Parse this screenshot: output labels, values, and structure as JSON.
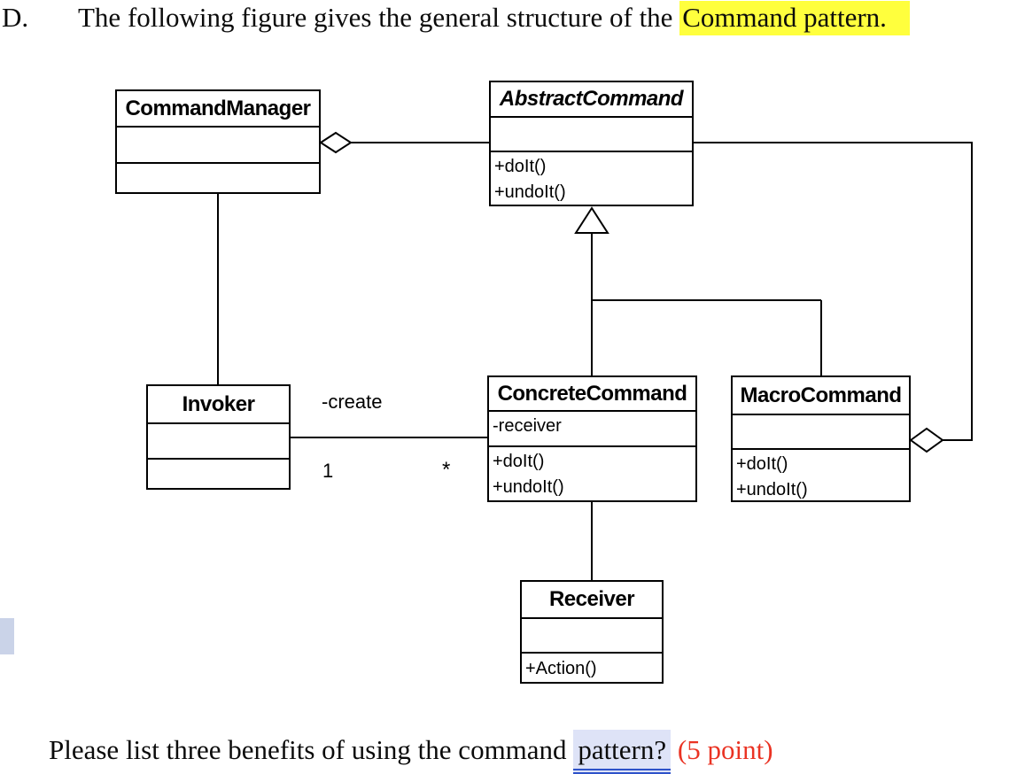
{
  "question": {
    "label": "D.",
    "text": "The following figure gives the general structure of the ",
    "highlight": "Command pattern."
  },
  "footer": {
    "text": "Please list three benefits of using the command ",
    "highlight": "pattern?",
    "points": "(5 point)"
  },
  "diagram": {
    "classes": {
      "command_manager": {
        "name": "CommandManager",
        "attributes": [],
        "operations": []
      },
      "abstract_command": {
        "name": "AbstractCommand",
        "attributes": [],
        "operations": [
          "+doIt()",
          "+undoIt()"
        ]
      },
      "invoker": {
        "name": "Invoker",
        "attributes": [],
        "operations": []
      },
      "concrete_command": {
        "name": "ConcreteCommand",
        "attributes": [
          "-receiver"
        ],
        "operations": [
          "+doIt()",
          "+undoIt()"
        ]
      },
      "macro_command": {
        "name": "MacroCommand",
        "attributes": [],
        "operations": [
          "+doIt()",
          "+undoIt()"
        ]
      },
      "receiver": {
        "name": "Receiver",
        "attributes": [],
        "operations": [
          "+Action()"
        ]
      }
    },
    "labels": {
      "create": "-create",
      "multiplicity_one": "1",
      "multiplicity_many": "*"
    }
  },
  "colors": {
    "highlight_yellow": "#ffff3d",
    "highlight_lavender": "#dee3f7",
    "underline_blue": "#2e52c9",
    "points_red": "#ea3323",
    "margin_marker": "#cad3e8"
  }
}
